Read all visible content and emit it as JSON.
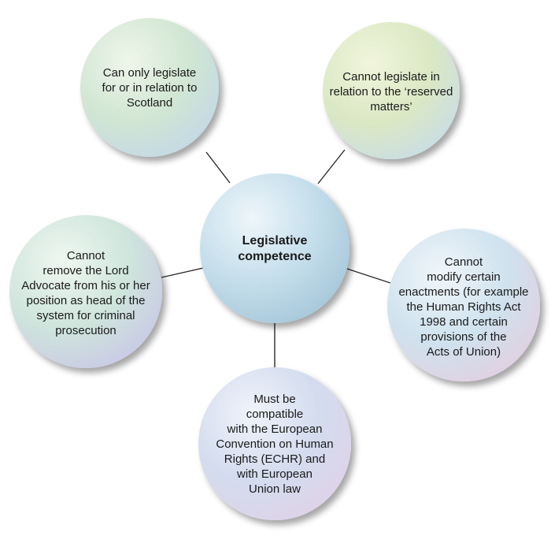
{
  "center": {
    "label": "Legislative\ncompetence"
  },
  "bubbles": [
    {
      "label": "Can only legislate\nfor or in relation to\nScotland"
    },
    {
      "label": "Cannot legislate in\nrelation to the ‘reserved\nmatters’"
    },
    {
      "label": "Cannot\nmodify certain\nenactments (for example\nthe Human Rights Act\n1998 and certain\nprovisions of the\nActs of Union)"
    },
    {
      "label": "Must be\ncompatible\nwith the European\nConvention on Human\nRights (ECHR) and\nwith European\nUnion law"
    },
    {
      "label": "Cannot\nremove the Lord\nAdvocate from his or her\nposition as head of the\nsystem for criminal\nprosecution"
    }
  ],
  "colors": {
    "center_fill": "#bcd8e8",
    "bubble_top_fill": "#cfe3d4",
    "bubble_right_fill": "#d9e6c2",
    "bubble_bottom_fill": "#cfd9ec",
    "bubble_left_fill": "#cde4dc",
    "connector": "#2b2b2b"
  }
}
